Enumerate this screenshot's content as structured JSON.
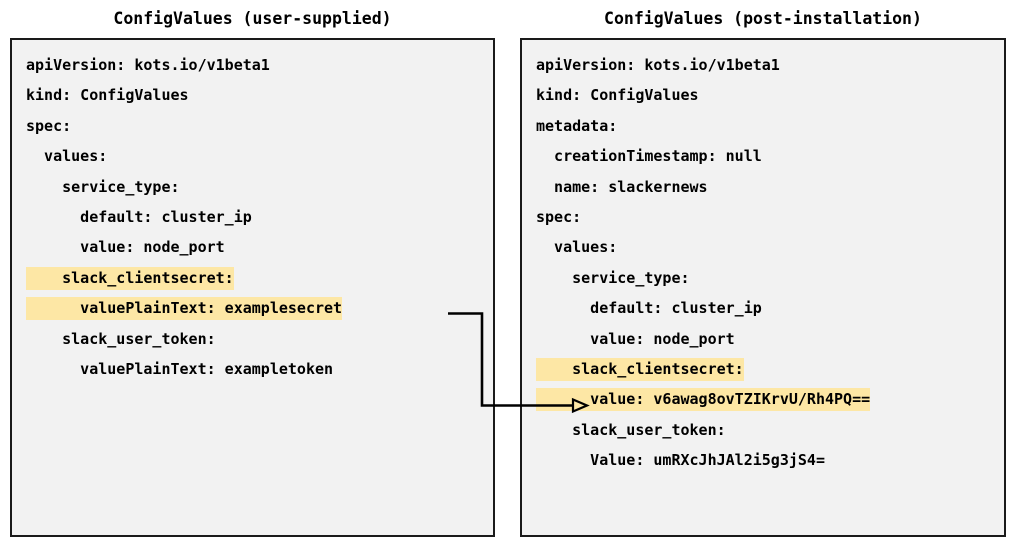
{
  "diagram": {
    "title_left": "ConfigValues (user-supplied)",
    "title_right": "ConfigValues (post-installation)",
    "highlight_color": "#fde7a5",
    "panel_background": "#f2f2f2",
    "border_color": "#1a1a1a",
    "connector": {
      "label": "encrypted-value-mapping-arrow",
      "from": "valuePlainText: examplesecret",
      "to": "value: v6awag8ovTZIKrvU/Rh4PQ=="
    }
  },
  "left_panel": {
    "title": "ConfigValues (user-supplied)",
    "lines": [
      {
        "text": "apiVersion: kots.io/v1beta1",
        "highlight": false
      },
      {
        "text": "kind: ConfigValues",
        "highlight": false
      },
      {
        "text": "spec:",
        "highlight": false
      },
      {
        "text": "  values:",
        "highlight": false
      },
      {
        "text": "    service_type:",
        "highlight": false
      },
      {
        "text": "      default: cluster_ip",
        "highlight": false
      },
      {
        "text": "      value: node_port",
        "highlight": false
      },
      {
        "text": "    slack_clientsecret:",
        "highlight": true
      },
      {
        "text": "      valuePlainText: examplesecret",
        "highlight": true
      },
      {
        "text": "    slack_user_token:",
        "highlight": false
      },
      {
        "text": "      valuePlainText: exampletoken",
        "highlight": false
      }
    ]
  },
  "right_panel": {
    "title": "ConfigValues (post-installation)",
    "lines": [
      {
        "text": "apiVersion: kots.io/v1beta1",
        "highlight": false
      },
      {
        "text": "kind: ConfigValues",
        "highlight": false
      },
      {
        "text": "metadata:",
        "highlight": false
      },
      {
        "text": "  creationTimestamp: null",
        "highlight": false
      },
      {
        "text": "  name: slackernews",
        "highlight": false
      },
      {
        "text": "spec:",
        "highlight": false
      },
      {
        "text": "  values:",
        "highlight": false
      },
      {
        "text": "    service_type:",
        "highlight": false
      },
      {
        "text": "      default: cluster_ip",
        "highlight": false
      },
      {
        "text": "      value: node_port",
        "highlight": false
      },
      {
        "text": "    slack_clientsecret:",
        "highlight": true
      },
      {
        "text": "      value: v6awag8ovTZIKrvU/Rh4PQ==",
        "highlight": true
      },
      {
        "text": "    slack_user_token:",
        "highlight": false
      },
      {
        "text": "      Value: umRXcJhJAl2i5g3jS4=",
        "highlight": false
      }
    ]
  }
}
